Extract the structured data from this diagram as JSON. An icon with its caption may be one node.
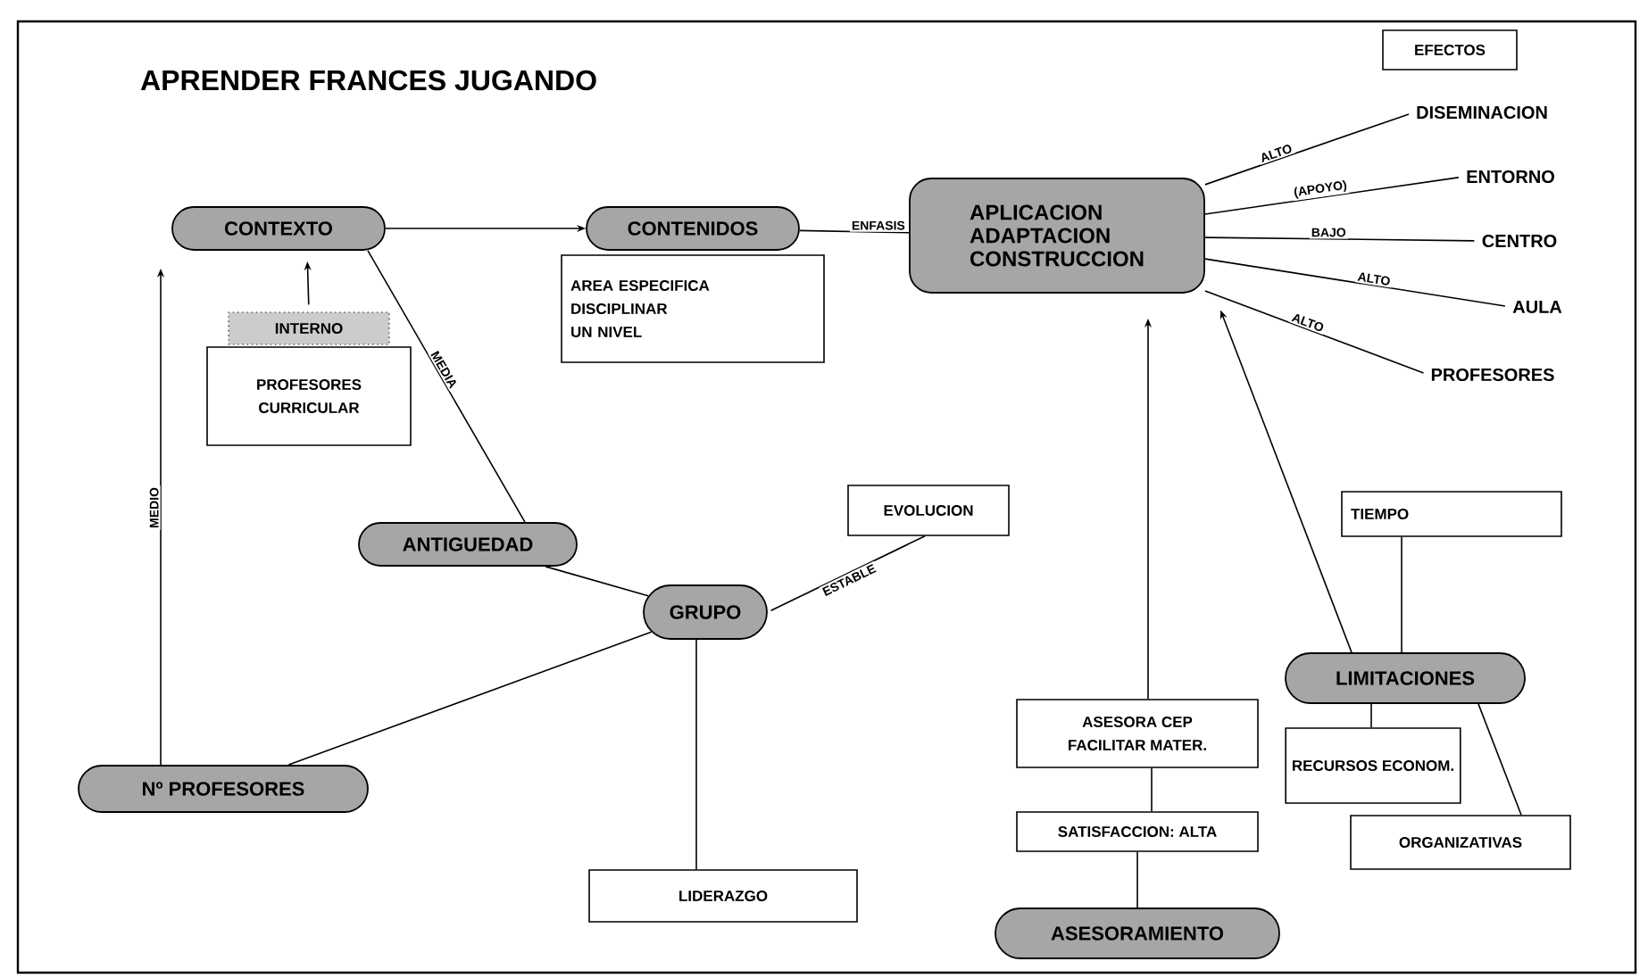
{
  "diagram": {
    "title": "APRENDER FRANCES JUGANDO",
    "nodes": [
      {
        "text": [
          "CONTEXTO"
        ]
      },
      {
        "text": [
          "CONTENIDOS"
        ]
      },
      {
        "text": [
          "AREA ESPECIFICA",
          "DISCIPLINAR",
          "UN NIVEL"
        ]
      },
      {
        "text": [
          "INTERNO"
        ]
      },
      {
        "text": [
          "PROFESORES",
          "CURRICULAR"
        ]
      },
      {
        "text": [
          "APLICACION",
          "ADAPTACION",
          "CONSTRUCCION"
        ]
      },
      {
        "text": [
          "EFECTOS"
        ]
      },
      {
        "text": [
          "DISEMINACION"
        ]
      },
      {
        "text": [
          "ENTORNO"
        ]
      },
      {
        "text": [
          "CENTRO"
        ]
      },
      {
        "text": [
          "AULA"
        ]
      },
      {
        "text": [
          "PROFESORES"
        ]
      },
      {
        "text": [
          "ANTIGUEDAD"
        ]
      },
      {
        "text": [
          "GRUPO"
        ]
      },
      {
        "text": [
          "EVOLUCION"
        ]
      },
      {
        "text": [
          "Nº PROFESORES"
        ]
      },
      {
        "text": [
          "LIDERAZGO"
        ]
      },
      {
        "text": [
          "ASESORA CEP",
          "FACILITAR MATER."
        ]
      },
      {
        "text": [
          "SATISFACCION: ALTA"
        ]
      },
      {
        "text": [
          "ASESORAMIENTO"
        ]
      },
      {
        "text": [
          "TIEMPO"
        ]
      },
      {
        "text": [
          "LIMITACIONES"
        ]
      },
      {
        "text": [
          "RECURSOS ECONOM."
        ]
      },
      {
        "text": [
          "ORGANIZATIVAS"
        ]
      }
    ],
    "edges": [
      {
        "from": 0,
        "to": 1,
        "arrow": "to"
      },
      {
        "from": 1,
        "to": 5,
        "arrow": "none",
        "label": "ENFASIS"
      },
      {
        "from": 3,
        "to": 0,
        "arrow": "to"
      },
      {
        "from": 15,
        "to": 0,
        "arrow": "to",
        "label": "MEDIO"
      },
      {
        "from": 12,
        "to": 0,
        "arrow": "none",
        "label": "MEDIA"
      },
      {
        "from": 12,
        "to": 13,
        "arrow": "none"
      },
      {
        "from": 13,
        "to": 15,
        "arrow": "none"
      },
      {
        "from": 13,
        "to": 14,
        "arrow": "none",
        "label": "ESTABLE"
      },
      {
        "from": 13,
        "to": 16,
        "arrow": "none"
      },
      {
        "from": 5,
        "to": 7,
        "arrow": "none",
        "label": "ALTO"
      },
      {
        "from": 5,
        "to": 8,
        "arrow": "none",
        "label": "(APOYO)"
      },
      {
        "from": 5,
        "to": 9,
        "arrow": "none",
        "label": "BAJO"
      },
      {
        "from": 5,
        "to": 10,
        "arrow": "none",
        "label": "ALTO"
      },
      {
        "from": 5,
        "to": 11,
        "arrow": "none",
        "label": "ALTO"
      },
      {
        "from": 17,
        "to": 5,
        "arrow": "to"
      },
      {
        "from": 17,
        "to": 18,
        "arrow": "none"
      },
      {
        "from": 18,
        "to": 19,
        "arrow": "none"
      },
      {
        "from": 21,
        "to": 5,
        "arrow": "to"
      },
      {
        "from": 20,
        "to": 21,
        "arrow": "none"
      },
      {
        "from": 21,
        "to": 22,
        "arrow": "none"
      },
      {
        "from": 21,
        "to": 23,
        "arrow": "none"
      }
    ]
  }
}
